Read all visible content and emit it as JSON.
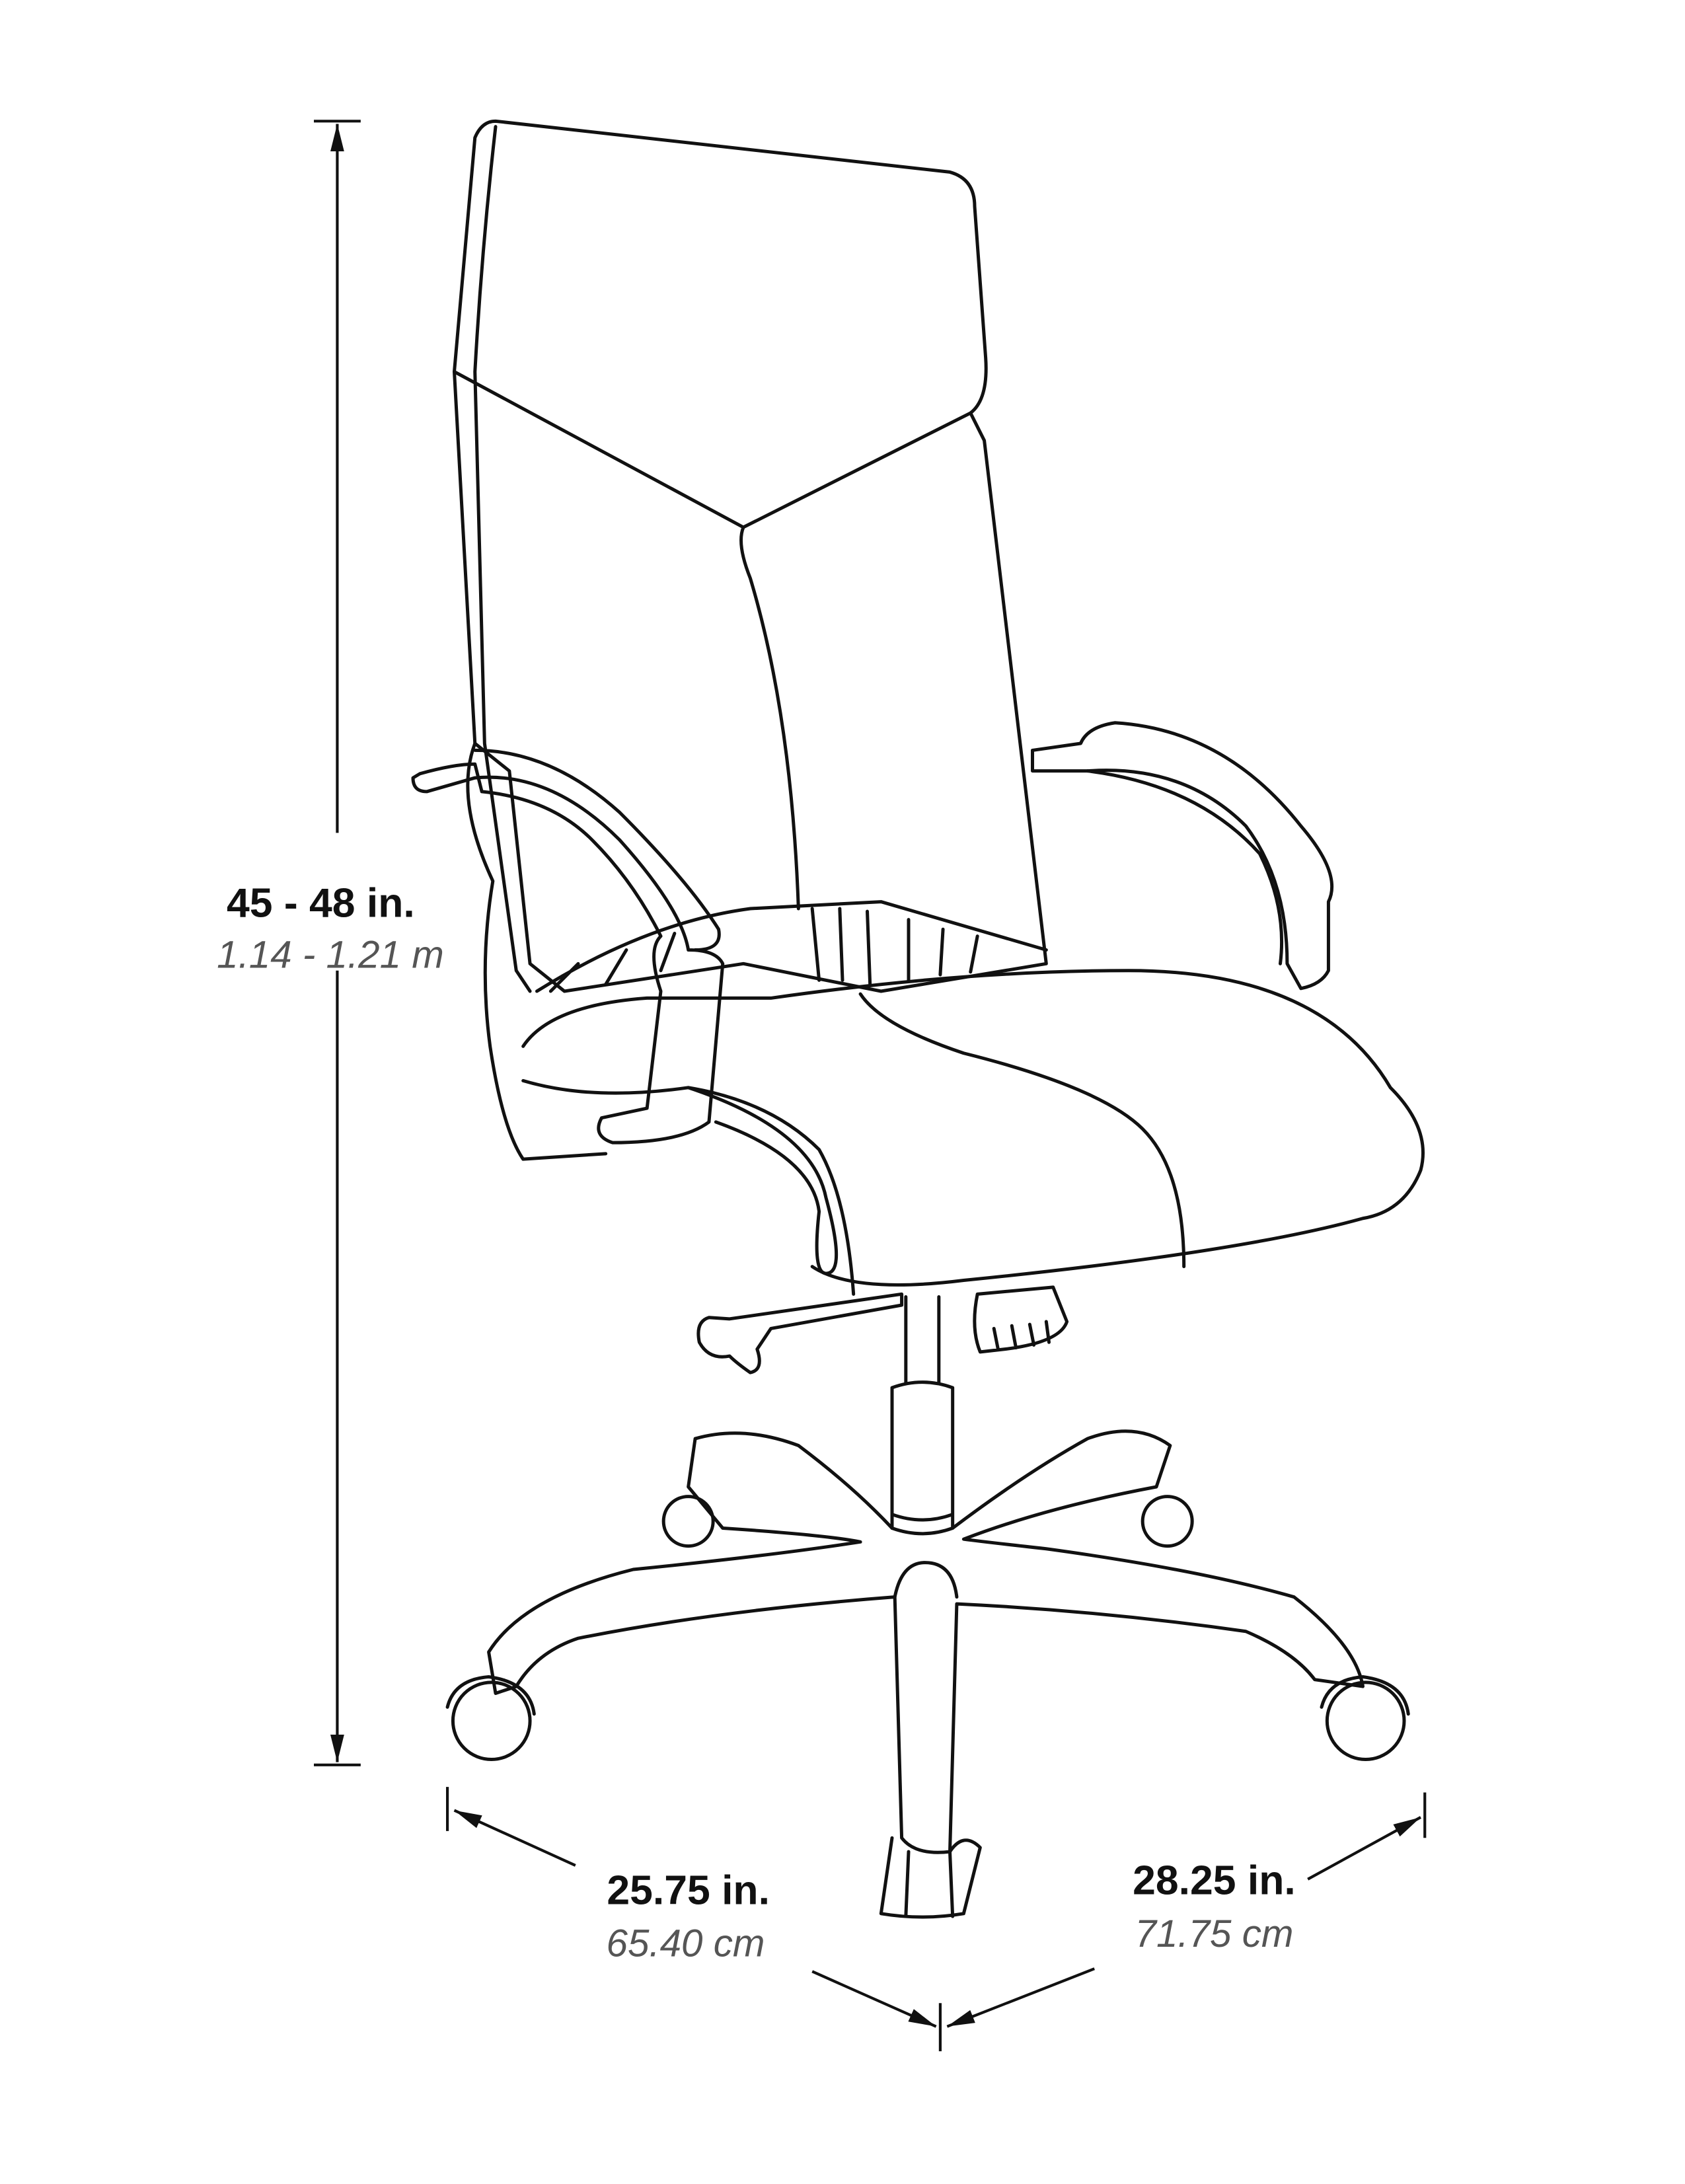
{
  "figure": {
    "subject": "office-chair",
    "height": {
      "imperial": "45 - 48 in.",
      "metric": "1.14 - 1.21 m"
    },
    "width": {
      "imperial": "25.75 in.",
      "metric": "65.40 cm"
    },
    "depth": {
      "imperial": "28.25 in.",
      "metric": "71.75 cm"
    },
    "colors": {
      "line": "#111111",
      "metric_text": "#555555",
      "background": "#ffffff"
    }
  }
}
